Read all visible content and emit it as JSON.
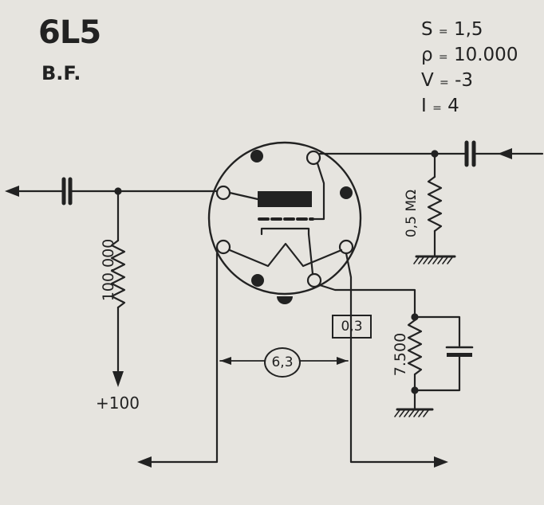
{
  "tube": {
    "type": "6L5",
    "function": "B.F."
  },
  "parameters": [
    {
      "symbol": "S",
      "value": "1,5"
    },
    {
      "symbol": "ρ",
      "value": "10.000"
    },
    {
      "symbol": "V",
      "value": "-3"
    },
    {
      "symbol": "I",
      "value": "4"
    }
  ],
  "components": {
    "plate_resistor": "100.000",
    "grid_resistor": "0,5 MΩ",
    "cathode_resistor": "7.500",
    "filament_current": "0,3",
    "filament_voltage": "6,3",
    "supply": "+100"
  },
  "separator": "="
}
